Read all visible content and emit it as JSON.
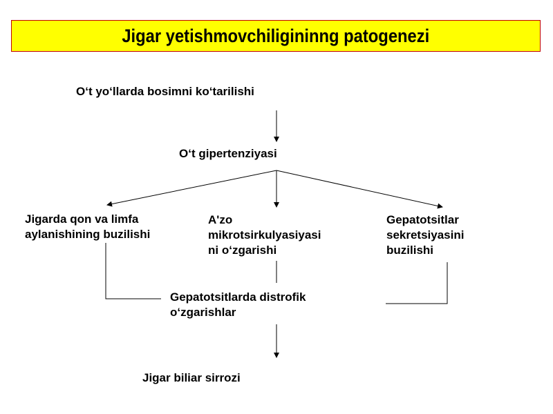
{
  "title": "Jigar yetishmovchiligininng patogenezi",
  "colors": {
    "title_background": "#ffff00",
    "title_border": "#c00000",
    "text": "#000000",
    "lines": "#000000"
  },
  "nodes": {
    "bile_duct_pressure": "O‘t yo‘llarda bosimni ko‘tarilishi",
    "bile_hypertension": "O‘t gipertenziyasi",
    "blood_lymph": [
      "Jigarda qon va limfa",
      "aylanishining buzilishi"
    ],
    "microcirculation": [
      "A'zo",
      "mikrotsirkulyasiyasi",
      "ni o‘zgarishi"
    ],
    "secretion": [
      "Gepatotsitlar",
      "sekretsiyasini",
      "buzilishi"
    ],
    "dystrophic": [
      "Gepatotsitlarda distrofik",
      "o‘zgarishlar"
    ],
    "cirrhosis": "Jigar biliar sirrozi"
  }
}
